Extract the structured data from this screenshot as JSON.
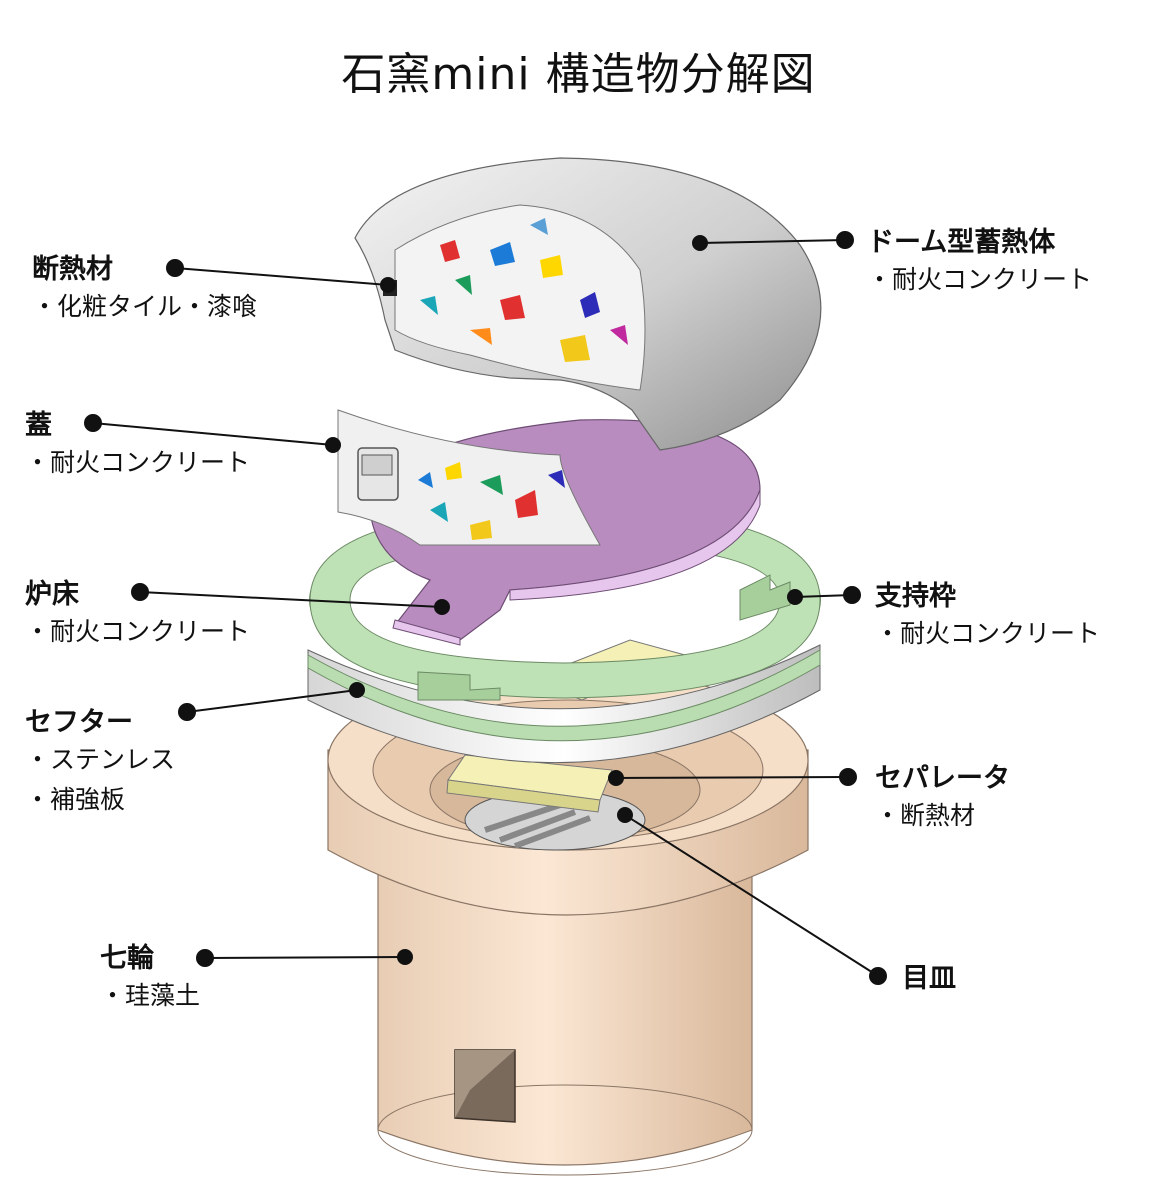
{
  "title": "石窯mini 構造物分解図",
  "labels": {
    "insulation": {
      "name": "断熱材",
      "sub": [
        "・化粧タイル・漆喰"
      ]
    },
    "dome": {
      "name": "ドーム型蓄熱体",
      "sub": [
        "・耐火コンクリート"
      ]
    },
    "lid": {
      "name": "蓋",
      "sub": [
        "・耐火コンクリート"
      ]
    },
    "hearth": {
      "name": "炉床",
      "sub": [
        "・耐火コンクリート"
      ]
    },
    "support": {
      "name": "支持枠",
      "sub": [
        "・耐火コンクリート"
      ]
    },
    "setter": {
      "name": "セフター",
      "sub": [
        "・ステンレス",
        "・補強板"
      ]
    },
    "separator": {
      "name": "セパレータ",
      "sub": [
        "・断熱材"
      ]
    },
    "shichirin": {
      "name": "七輪",
      "sub": [
        "・珪藻土"
      ]
    },
    "grate": {
      "name": "目皿",
      "sub": []
    }
  },
  "colors": {
    "dome": "#d9d9d9",
    "lid": "#b98cc0",
    "support": "#b9ddb0",
    "shichirin": "#f1d8bf",
    "separator": "#f2eeb0"
  }
}
